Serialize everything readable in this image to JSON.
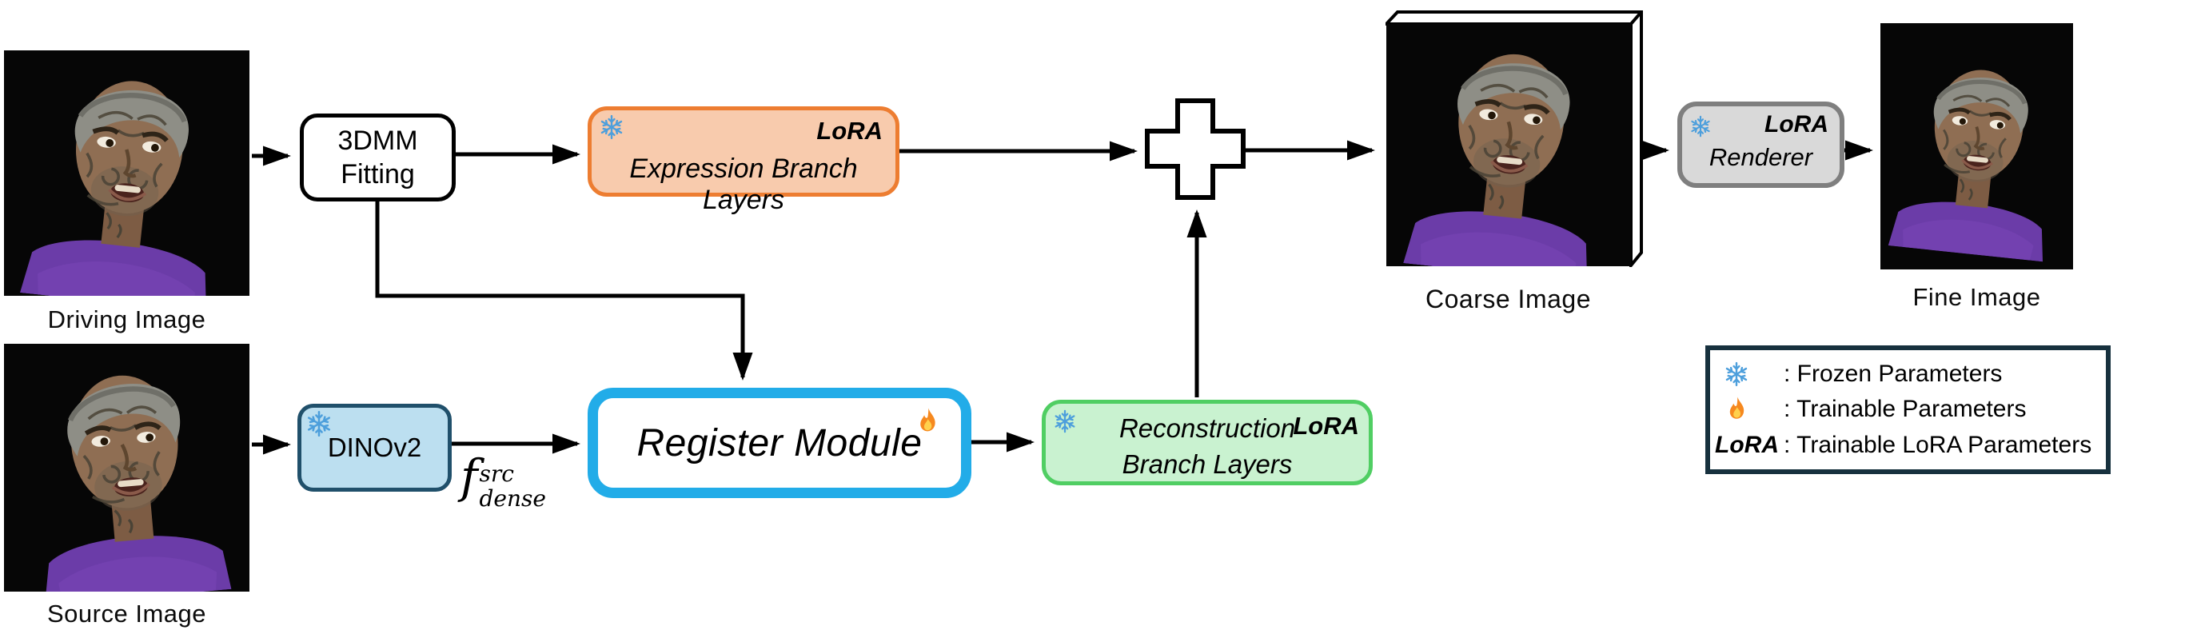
{
  "figure": {
    "driving_image": {
      "label": "Driving Image"
    },
    "source_image": {
      "label": "Source Image"
    },
    "coarse_image": {
      "label": "Coarse Image"
    },
    "fine_image": {
      "label": "Fine Image"
    },
    "fitting_box": {
      "line1": "3DMM",
      "line2": "Fitting"
    },
    "expression_box": {
      "lora": "LoRA",
      "label": "Expression Branch Layers"
    },
    "dinov2_box": {
      "label": "DINOv2"
    },
    "feature_math": {
      "base": "f",
      "superscript": "src",
      "subscript": "dense"
    },
    "register_box": {
      "label": "Register Module"
    },
    "reconstruction_box": {
      "lora": "LoRA",
      "line1": "Reconstruction",
      "line2": "Branch Layers"
    },
    "renderer_box": {
      "lora": "LoRA",
      "label": "Renderer"
    },
    "plus_operator": "add-icon",
    "legend": {
      "frozen": {
        "icon": "snowflake-icon",
        "label": ": Frozen Parameters"
      },
      "trainable": {
        "icon": "flame-icon",
        "label": ": Trainable Parameters"
      },
      "lora": {
        "symbol": "LoRA",
        "label": ": Trainable LoRA Parameters"
      }
    },
    "colors": {
      "expression_fill": "#F8CBAD",
      "expression_border": "#ED7D31",
      "dinov2_fill": "#BCDFF0",
      "dinov2_border": "#20506B",
      "register_border": "#22ACE8",
      "reconstruction_fill": "#C9F2D0",
      "reconstruction_border": "#50CE63",
      "renderer_fill": "#D9D9D9",
      "renderer_border": "#7F7F7F",
      "legend_border": "#17313E",
      "snowflake": "#4D9FDC",
      "arrow": "#000000"
    }
  }
}
